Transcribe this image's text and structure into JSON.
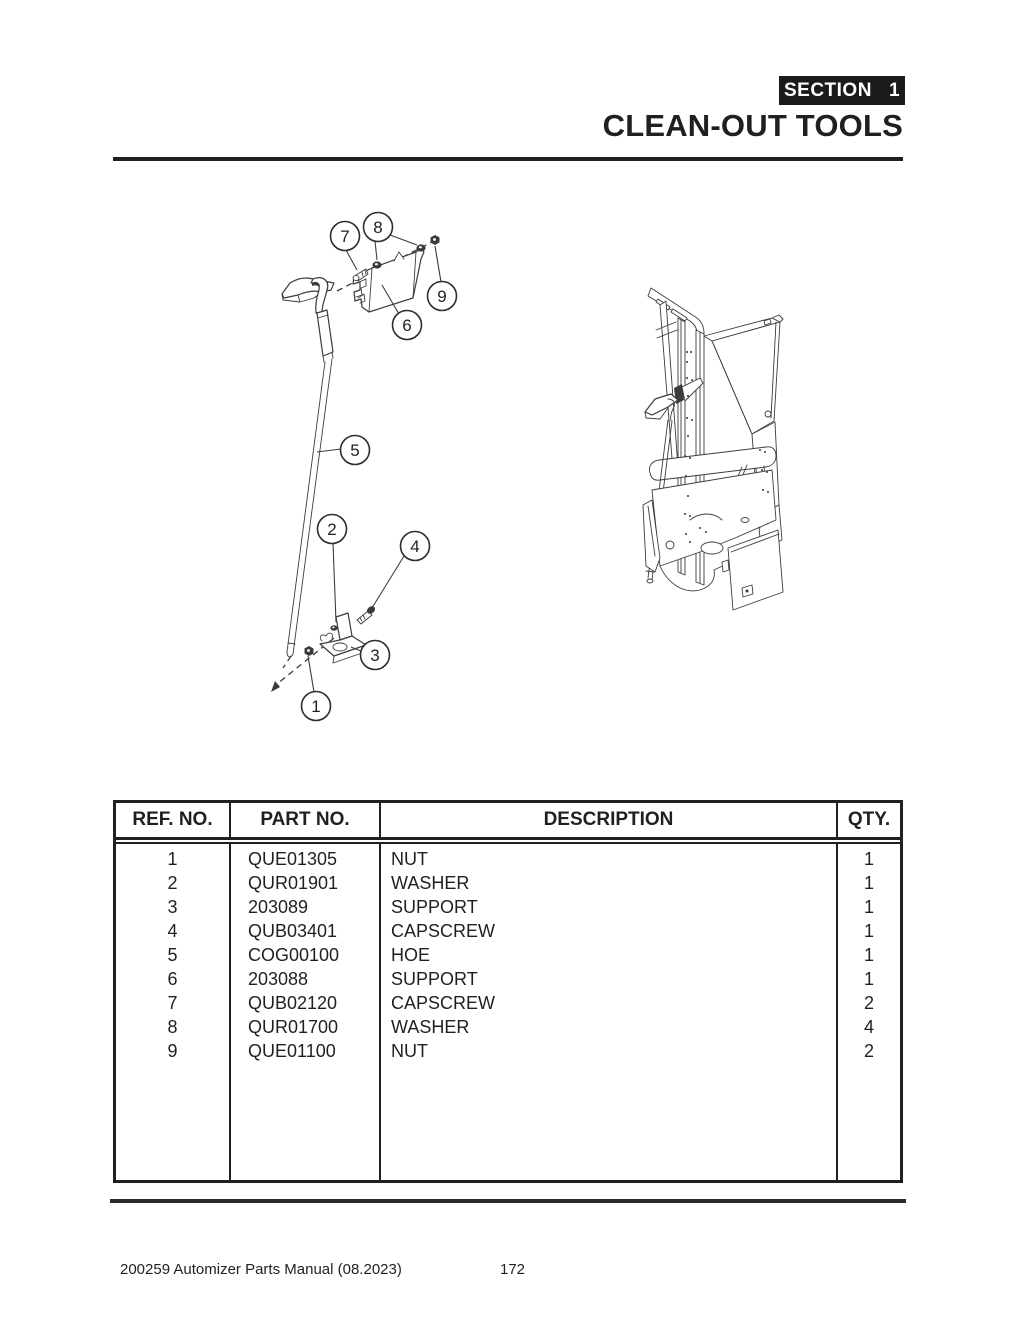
{
  "header": {
    "section_label": "SECTION",
    "section_number": "1",
    "title": "CLEAN-OUT TOOLS"
  },
  "diagram": {
    "description": "Exploded view of clean-out hoe with mounting supports, plus machine illustration showing hoe stored on frame",
    "callouts": [
      {
        "number": "1"
      },
      {
        "number": "2"
      },
      {
        "number": "3"
      },
      {
        "number": "4"
      },
      {
        "number": "5"
      },
      {
        "number": "6"
      },
      {
        "number": "7"
      },
      {
        "number": "8"
      },
      {
        "number": "9"
      }
    ]
  },
  "parts_table": {
    "headers": {
      "ref": "REF. NO.",
      "part": "PART NO.",
      "desc": "DESCRIPTION",
      "qty": "QTY."
    },
    "rows": [
      {
        "ref": "1",
        "part": "QUE01305",
        "desc": "NUT",
        "qty": "1"
      },
      {
        "ref": "2",
        "part": "QUR01901",
        "desc": "WASHER",
        "qty": "1"
      },
      {
        "ref": "3",
        "part": "203089",
        "desc": "SUPPORT",
        "qty": "1"
      },
      {
        "ref": "4",
        "part": "QUB03401",
        "desc": "CAPSCREW",
        "qty": "1"
      },
      {
        "ref": "5",
        "part": "COG00100",
        "desc": "HOE",
        "qty": "1"
      },
      {
        "ref": "6",
        "part": "203088",
        "desc": "SUPPORT",
        "qty": "1"
      },
      {
        "ref": "7",
        "part": "QUB02120",
        "desc": "CAPSCREW",
        "qty": "2"
      },
      {
        "ref": "8",
        "part": "QUR01700",
        "desc": "WASHER",
        "qty": "4"
      },
      {
        "ref": "9",
        "part": "QUE01100",
        "desc": "NUT",
        "qty": "2"
      }
    ]
  },
  "footer": {
    "manual": "200259 Automizer Parts Manual (08.2023)",
    "page_number": "172"
  },
  "colors": {
    "ink": "#231f20",
    "paper": "#ffffff",
    "badge_bg": "#1a1a1a",
    "badge_text": "#ffffff"
  }
}
